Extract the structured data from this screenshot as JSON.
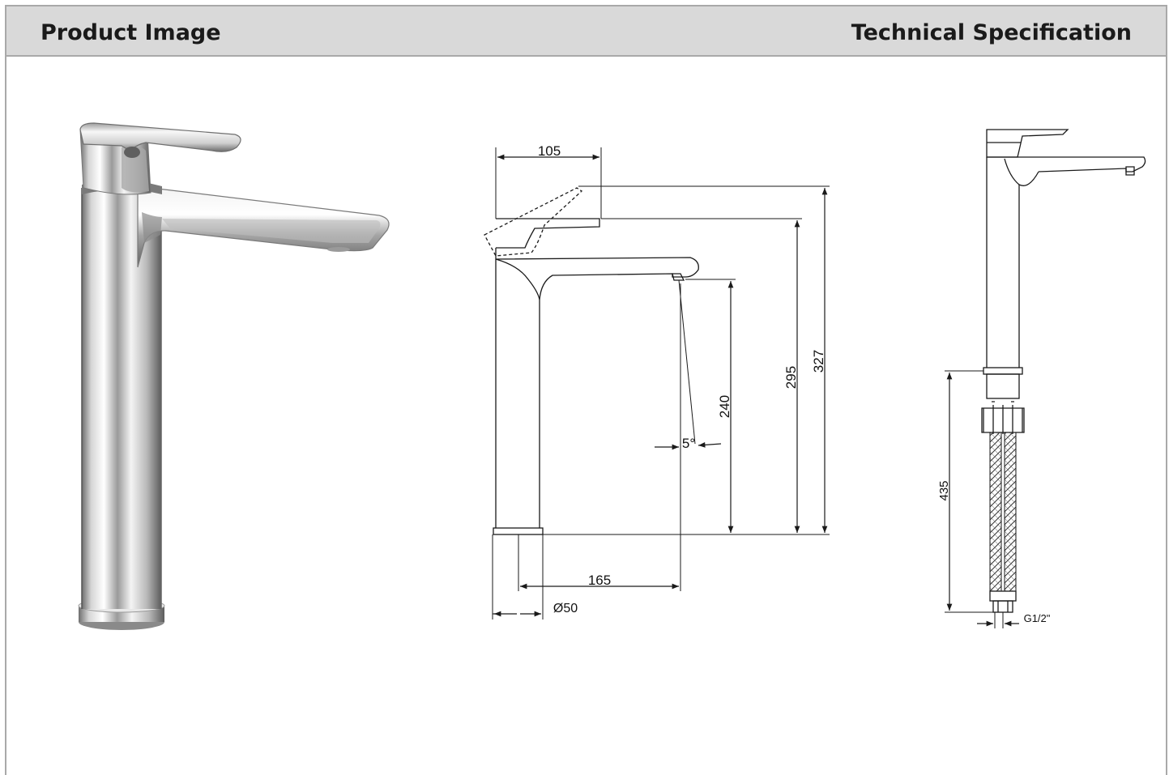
{
  "header": {
    "left_title": "Product Image",
    "right_title": "Technical Specification"
  },
  "colors": {
    "header_bg": "#d9d9d9",
    "border": "#a9a9a9",
    "line": "#1a1a1a"
  },
  "dimensions": {
    "spout_reach_top": "105",
    "height_outlet": "240",
    "height_spout": "295",
    "height_total": "327",
    "reach": "165",
    "diameter": "Ø50",
    "angle": "5°",
    "hose_length": "435",
    "thread": "G1/2\""
  }
}
